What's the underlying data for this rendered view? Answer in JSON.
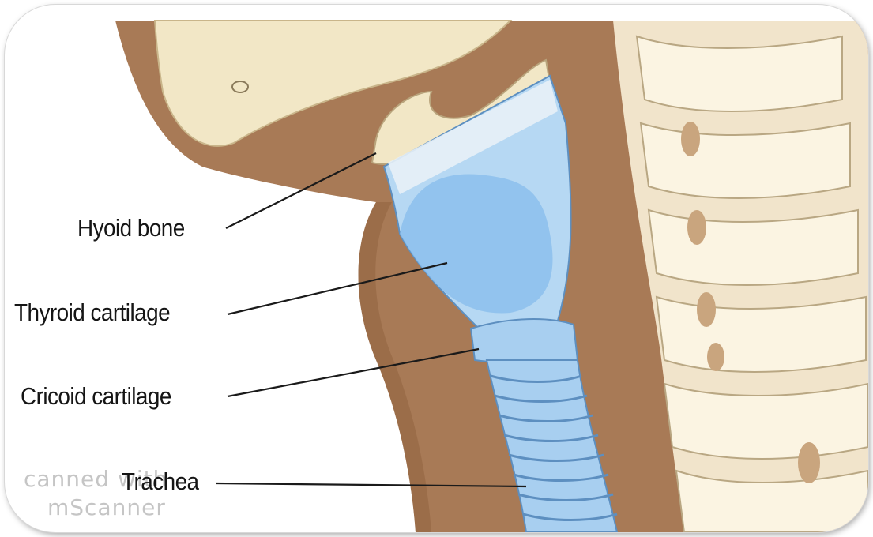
{
  "labels": {
    "hyoid": "Hyoid bone",
    "thyroid": "Thyroid cartilage",
    "cricoid": "Cricoid cartilage",
    "trachea": "Trachea"
  },
  "watermark": {
    "line1": "canned with",
    "line2": "mScanner"
  },
  "colors": {
    "neck": "#a87a56",
    "bone": "#f2e7c6",
    "cartilage": "#a8cff0",
    "cartilage_dark": "#6fa6d8",
    "vertebra": "#f4ead2",
    "background": "#ffffff"
  }
}
